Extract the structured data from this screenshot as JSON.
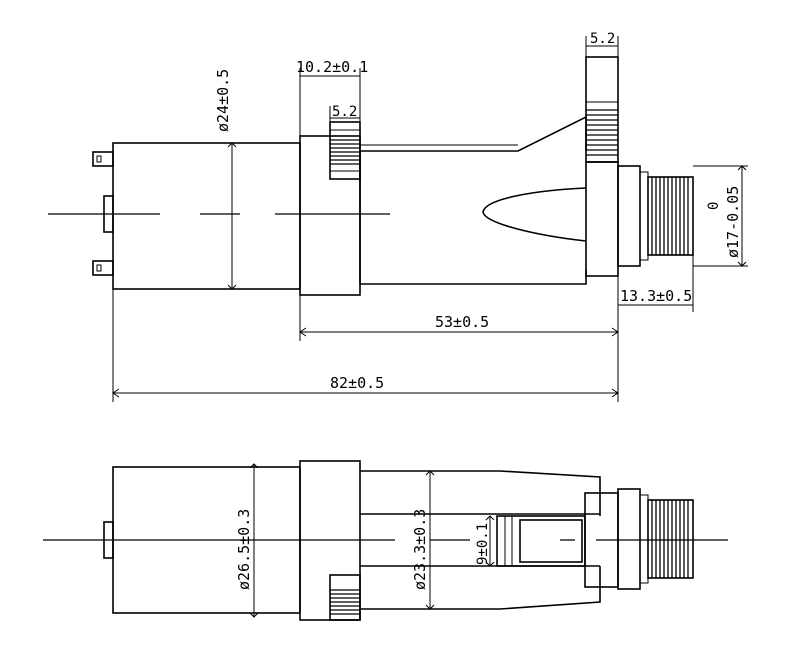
{
  "top_view": {
    "dim_length_total": "82±0.5",
    "dim_length_main": "53±0.5",
    "dim_gear_length": "13.3±0.5",
    "dim_motor_dia": "ø24±0.5",
    "dim_flange_width": "10.2±0.1",
    "dim_gear_width_top": "5.2",
    "dim_gear_width_small": "5.2",
    "dim_output_dia": "ø17-0.05",
    "dim_output_tol_upper": "0"
  },
  "bottom_view": {
    "dim_body_dia": "ø26.5±0.3",
    "dim_housing_dia": "ø23.3±0.3",
    "dim_slot_width": "9±0.1"
  }
}
